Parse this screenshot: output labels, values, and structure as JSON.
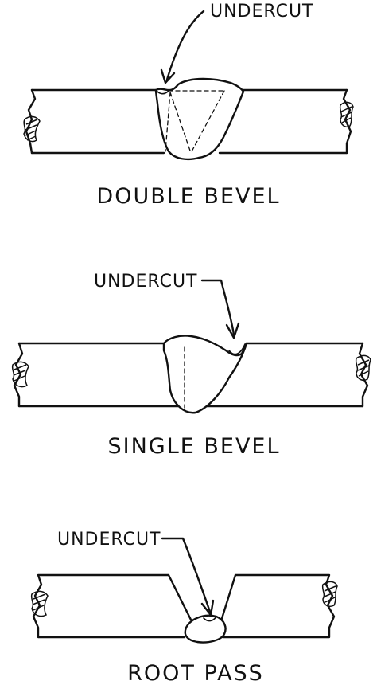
{
  "figures": [
    {
      "label": "UNDERCUT",
      "caption": "DOUBLE BEVEL"
    },
    {
      "label": "UNDERCUT",
      "caption": "SINGLE BEVEL"
    },
    {
      "label": "UNDERCUT",
      "caption": "ROOT PASS"
    }
  ],
  "colors": {
    "ink": "#111111",
    "paper": "#ffffff"
  }
}
